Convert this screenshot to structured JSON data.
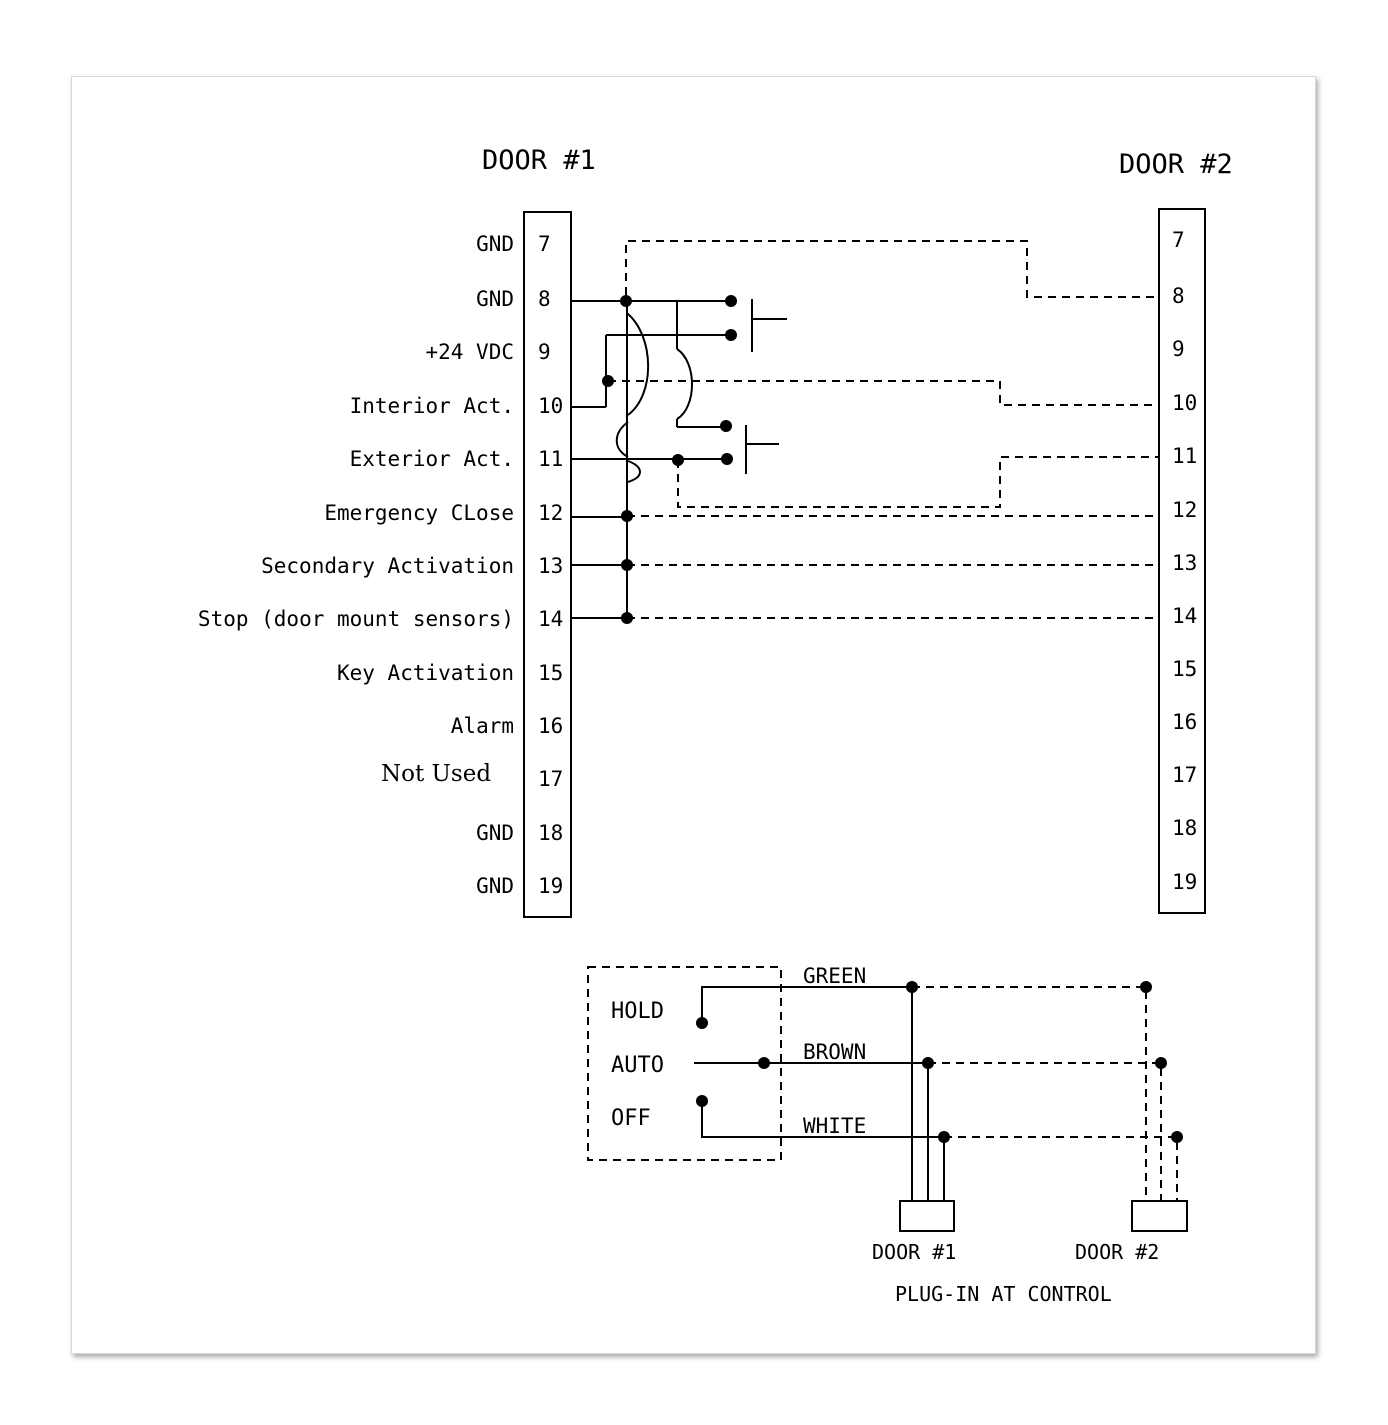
{
  "door1": {
    "title": "DOOR #1",
    "pins": [
      {
        "num": "7",
        "label": "GND"
      },
      {
        "num": "8",
        "label": "GND"
      },
      {
        "num": "9",
        "label": "+24 VDC"
      },
      {
        "num": "10",
        "label": "Interior Act."
      },
      {
        "num": "11",
        "label": "Exterior Act."
      },
      {
        "num": "12",
        "label": "Emergency CLose"
      },
      {
        "num": "13",
        "label": "Secondary Activation"
      },
      {
        "num": "14",
        "label": "Stop (door mount sensors)"
      },
      {
        "num": "15",
        "label": "Key Activation"
      },
      {
        "num": "16",
        "label": "Alarm"
      },
      {
        "num": "17",
        "label": "Not Used"
      },
      {
        "num": "18",
        "label": "GND"
      },
      {
        "num": "19",
        "label": "GND"
      }
    ]
  },
  "door2": {
    "title": "DOOR #2",
    "pins": [
      "7",
      "8",
      "9",
      "10",
      "11",
      "12",
      "13",
      "14",
      "15",
      "16",
      "17",
      "18",
      "19"
    ]
  },
  "switch": {
    "positions": [
      "HOLD",
      "AUTO",
      "OFF"
    ],
    "wires": [
      "GREEN",
      "BROWN",
      "WHITE"
    ]
  },
  "plugs": {
    "door1_label": "DOOR #1",
    "door2_label": "DOOR #2",
    "caption": "PLUG-IN AT CONTROL"
  }
}
